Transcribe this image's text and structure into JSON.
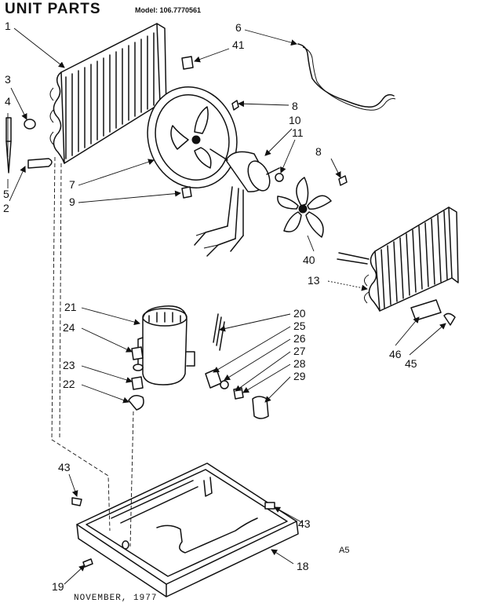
{
  "header": {
    "title": "UNIT PARTS",
    "model": "Model: 106.7770561"
  },
  "footer": {
    "date": "NOVEMBER, 1977",
    "code": "A5"
  },
  "callouts": {
    "c1": "1",
    "c2": "2",
    "c3": "3",
    "c4": "4",
    "c5": "5",
    "c6": "6",
    "c7": "7",
    "c8a": "8",
    "c8b": "8",
    "c9": "9",
    "c10": "10",
    "c11": "11",
    "c13": "13",
    "c18": "18",
    "c19": "19",
    "c20": "20",
    "c21": "21",
    "c22": "22",
    "c23": "23",
    "c24": "24",
    "c25": "25",
    "c26": "26",
    "c27": "27",
    "c28": "28",
    "c29": "29",
    "c40": "40",
    "c41": "41",
    "c43a": "43",
    "c43b": "43",
    "c45": "45",
    "c46": "46"
  }
}
